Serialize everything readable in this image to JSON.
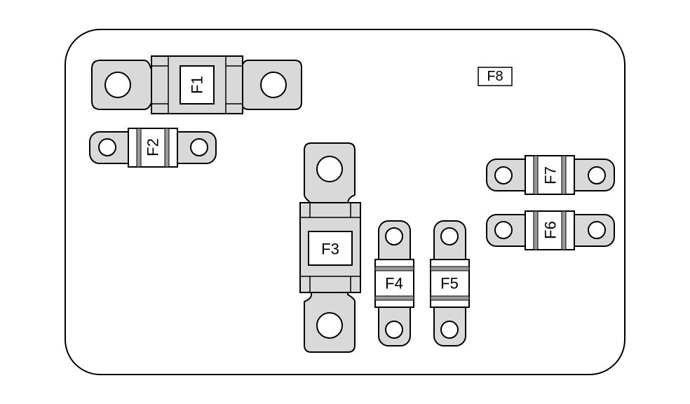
{
  "diagram": {
    "colors": {
      "outline": "#000000",
      "fuse_body": "#d9d9d9",
      "background": "#ffffff"
    },
    "fuses": [
      {
        "id": "F1",
        "label": "F1",
        "style": "maxi-horizontal",
        "text_orientation": "rotated"
      },
      {
        "id": "F2",
        "label": "F2",
        "style": "midi-horizontal",
        "text_orientation": "rotated"
      },
      {
        "id": "F3",
        "label": "F3",
        "style": "maxi-vertical",
        "text_orientation": "upright"
      },
      {
        "id": "F4",
        "label": "F4",
        "style": "midi-vertical",
        "text_orientation": "upright"
      },
      {
        "id": "F5",
        "label": "F5",
        "style": "midi-vertical",
        "text_orientation": "upright"
      },
      {
        "id": "F6",
        "label": "F6",
        "style": "midi-horizontal",
        "text_orientation": "rotated"
      },
      {
        "id": "F7",
        "label": "F7",
        "style": "midi-horizontal",
        "text_orientation": "rotated"
      }
    ],
    "boxed_labels": [
      {
        "id": "F8",
        "label": "F8"
      }
    ]
  }
}
